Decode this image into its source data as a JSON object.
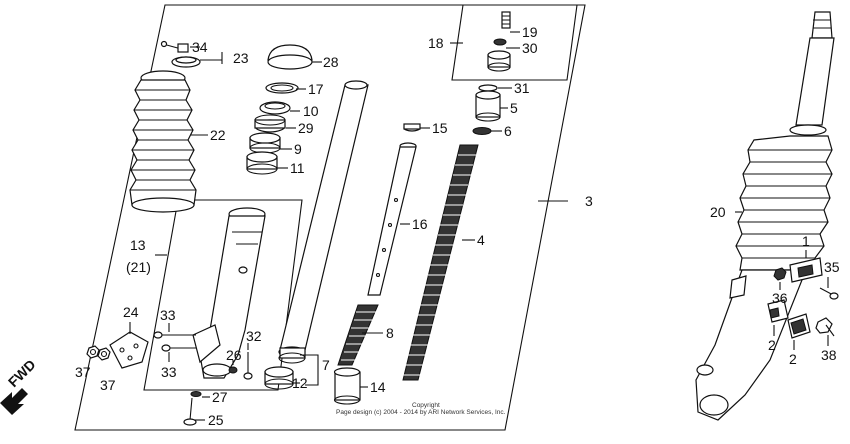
{
  "diagram": {
    "fwd_label": "FWD",
    "copyright_line1": "Copyright",
    "copyright_line2": "Page design (c) 2004 - 2014 by ARI Network Services, Inc.",
    "callouts": {
      "c1": "1",
      "c2a": "2",
      "c2b": "2",
      "c3": "3",
      "c4": "4",
      "c5": "5",
      "c6": "6",
      "c7": "7",
      "c8": "8",
      "c9": "9",
      "c10": "10",
      "c11": "11",
      "c12": "12",
      "c13": "13",
      "c13b": "(21)",
      "c14": "14",
      "c15": "15",
      "c16": "16",
      "c17": "17",
      "c18": "18",
      "c19": "19",
      "c20": "20",
      "c22": "22",
      "c23": "23",
      "c24": "24",
      "c25": "25",
      "c26": "26",
      "c27": "27",
      "c28": "28",
      "c29": "29",
      "c30": "30",
      "c31": "31",
      "c32": "32",
      "c33a": "33",
      "c33b": "33",
      "c34": "34",
      "c35": "35",
      "c36": "36",
      "c37a": "37",
      "c37b": "37",
      "c38": "38"
    }
  }
}
